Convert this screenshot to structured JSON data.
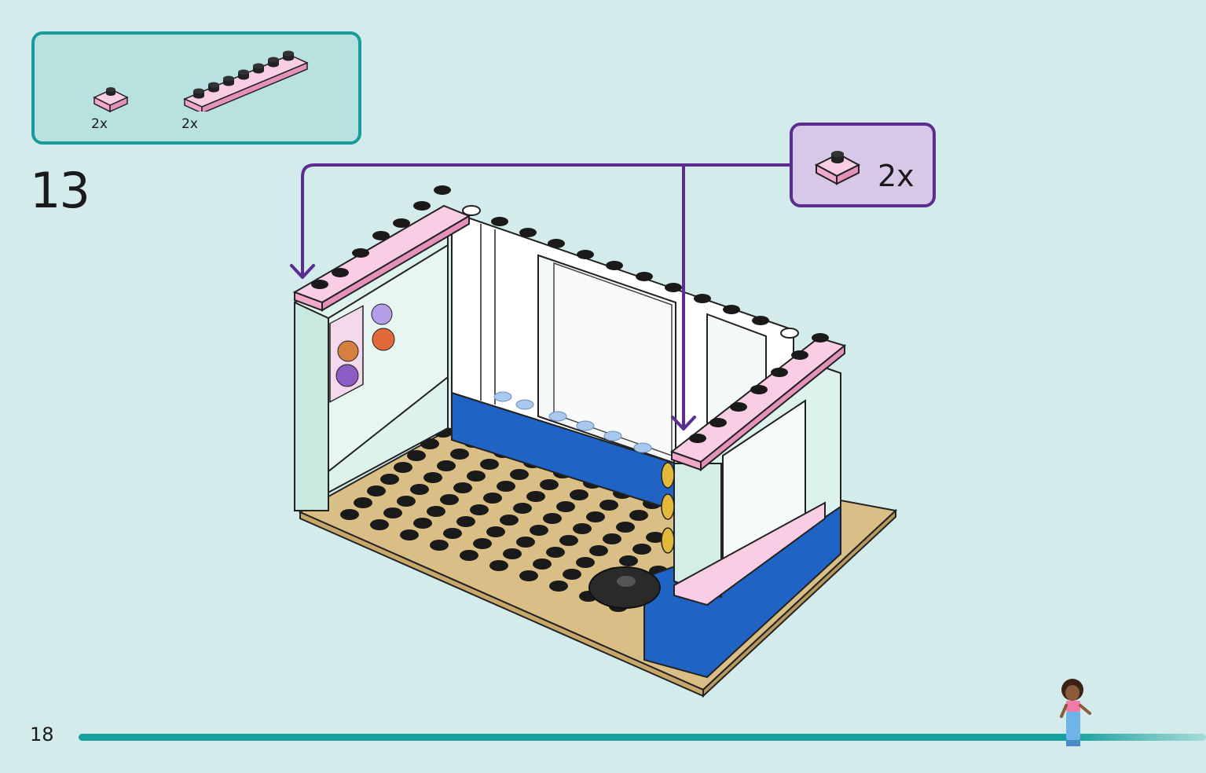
{
  "parts_list": {
    "items": [
      {
        "icon": "pink-plate-1x2-icon",
        "quantity": "2x"
      },
      {
        "icon": "pink-plate-1x8-icon",
        "quantity": "2x"
      }
    ]
  },
  "step": {
    "number": "13"
  },
  "callout": {
    "icon": "pink-plate-1x2-icon",
    "quantity": "2x"
  },
  "footer": {
    "page_number": "18",
    "progress": 0.88,
    "figure_icon": "minifigure-icon"
  },
  "colors": {
    "background": "#d3eceb",
    "parts_box_border": "#179c9a",
    "callout_border": "#5c2d91",
    "brick_pink": "#f4b6d6",
    "brick_blue": "#1f63c4",
    "baseplate_tan": "#d9bf85",
    "wall_mint": "#ddf2ec"
  }
}
